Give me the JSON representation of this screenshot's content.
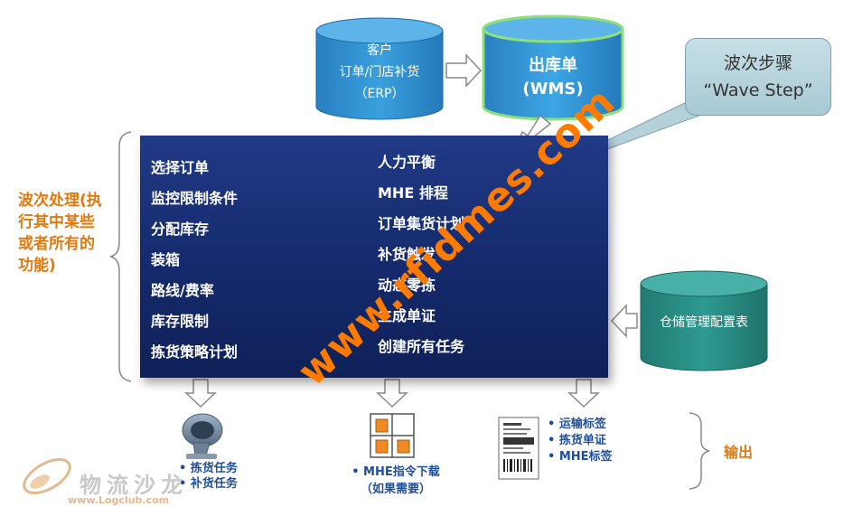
{
  "cylinders": {
    "erp": {
      "line1": "客户",
      "line2": "订单/门店补货",
      "line3": "（ERP）"
    },
    "wms": {
      "line1": "出库单",
      "line2": "(WMS)"
    },
    "config": {
      "label": "仓储管理配置表"
    }
  },
  "callout": {
    "line1": "波次步骤",
    "line2": "“Wave Step”"
  },
  "side_label": {
    "text": "波次处理(执行其中某些或者所有的功能)"
  },
  "tasks_left": [
    "选择订单",
    "监控限制条件",
    "分配库存",
    "装箱",
    "路线/费率",
    "库存限制",
    "拣货策略计划"
  ],
  "tasks_right": [
    "人力平衡",
    "MHE 排程",
    "订单集货计划",
    "补货触发",
    "动态零拣",
    "生成单证",
    "创建所有任务"
  ],
  "outputs": {
    "scanner": [
      "• 拣货任务",
      "• 补货任务"
    ],
    "mhe": [
      "• MHE指令下载",
      "（如果需要）"
    ],
    "labels": [
      "• 运输标签",
      "• 拣货单证",
      "• MHE标签"
    ],
    "label": "输出"
  },
  "watermark": "www.rfidmes.com",
  "logo": {
    "name": "物流沙龙",
    "url": "www.Logclub.com"
  },
  "colors": {
    "panel": "#1a327a",
    "cylinder_blue": "#2f8fce",
    "cylinder_teal": "#2a8f86",
    "orange": "#e07a10"
  }
}
